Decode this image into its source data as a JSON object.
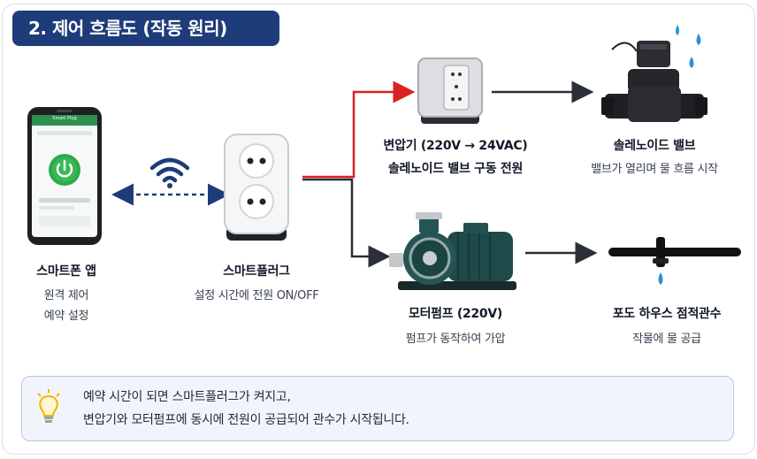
{
  "title": "2. 제어 흐름도 (작동 원리)",
  "phone": {
    "screen_text": "Smart Plug",
    "title": "스마트폰 앱",
    "sub1": "원격 제어",
    "sub2": "예약 설정"
  },
  "plug": {
    "title": "스마트플러그",
    "sub": "설정 시간에 전원 ON/OFF"
  },
  "transformer": {
    "title": "변압기 (220V → 24VAC)",
    "sub": "솔레노이드 밸브 구동 전원"
  },
  "valve": {
    "title": "솔레노이드 밸브",
    "sub": "밸브가 열리며 물 흐름 시작"
  },
  "pump": {
    "title": "모터펌프 (220V)",
    "sub": "펌프가 동작하여 가압"
  },
  "irrigation": {
    "title": "포도 하우스 점적관수",
    "sub": "작물에 물 공급"
  },
  "note": {
    "line1": "예약 시간이 되면 스마트플러그가 켜지고,",
    "line2": "변압기와 모터펌프에 동시에 전원이 공급되어 관수가 시작됩니다."
  },
  "colors": {
    "title_bg": "#1f3c7a",
    "red_line": "#d92121",
    "dark_line": "#2b2f36",
    "wifi": "#1f3c7a",
    "water": "#2e8fd8",
    "bulb": "#f2b400"
  }
}
